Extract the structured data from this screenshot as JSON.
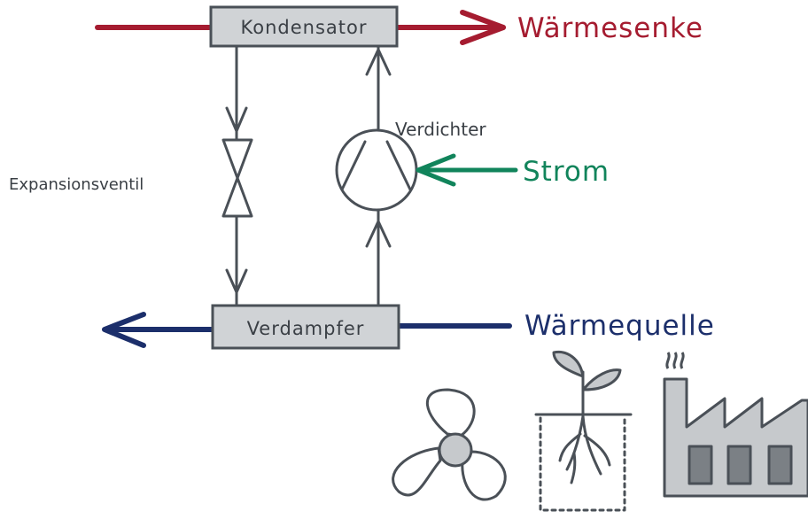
{
  "labels": {
    "condenser": "Kondensator",
    "evaporator": "Verdampfer",
    "compressor": "Verdichter",
    "expansion_valve": "Expansionsventil",
    "heat_sink": "Wärmesenke",
    "heat_source": "Wärmequelle",
    "power": "Strom"
  },
  "colors": {
    "heat_sink": "#a51c30",
    "heat_source": "#1c2f6b",
    "power": "#11845b",
    "stroke": "#4a5057",
    "box_fill": "#d0d3d6",
    "icon_fill": "#c6c9cc"
  },
  "icons": [
    "fan-icon",
    "plant-roots-icon",
    "factory-icon"
  ]
}
